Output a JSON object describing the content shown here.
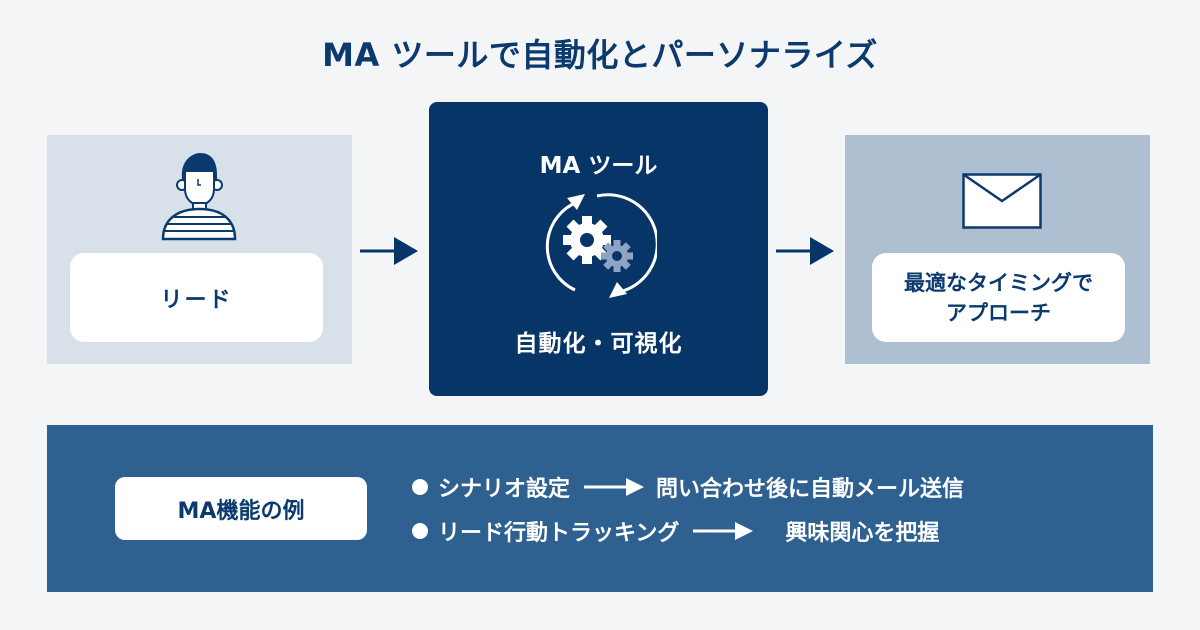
{
  "title": "MA ツールで自動化とパーソナライズ",
  "colors": {
    "primary_navy": "#073567",
    "title_text": "#0a3a6e",
    "lead_box_bg": "#d8e1ea",
    "approach_box_bg": "#aebfd1",
    "bottom_panel_bg": "#2e6190",
    "page_bg": "#f4f5f7",
    "secondary_gear": "#8ea4c4"
  },
  "flow": {
    "lead": {
      "icon": "person-icon",
      "label": "リード"
    },
    "ma_tool": {
      "title": "MA ツール",
      "icon": "gear-cycle-icon",
      "subtitle": "自動化・可視化"
    },
    "approach": {
      "icon": "mail-icon",
      "label_line1": "最適なタイミングで",
      "label_line2": "アプローチ"
    },
    "arrows": [
      "arrow-right-icon",
      "arrow-right-icon"
    ]
  },
  "features": {
    "badge": "MA機能の例",
    "items": [
      {
        "feature": "シナリオ設定",
        "result": "問い合わせ後に自動メール送信"
      },
      {
        "feature": "リード行動トラッキング",
        "result": "興味関心を把握"
      }
    ]
  }
}
